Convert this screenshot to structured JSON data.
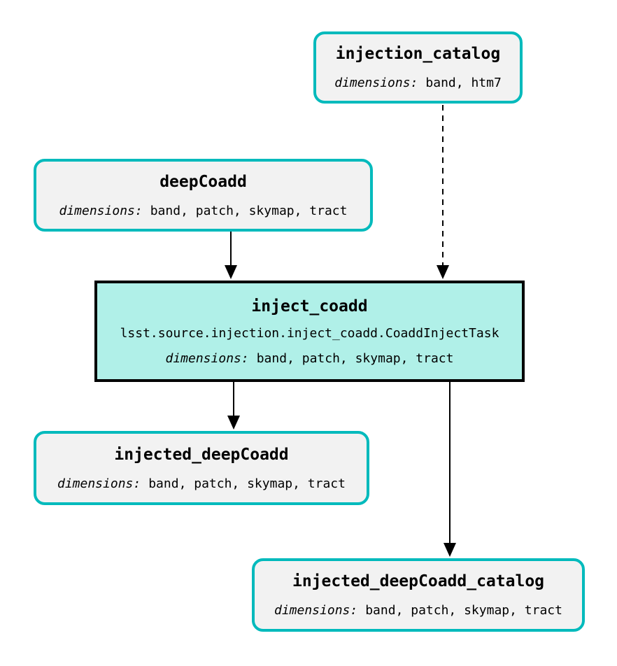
{
  "diagram": {
    "type": "pipeline-graph",
    "colors": {
      "dataset_border": "#00BABC",
      "dataset_fill": "#F2F2F2",
      "task_fill": "#B0F0E8",
      "task_border": "#000000",
      "edge": "#000000",
      "background": "#FFFFFF"
    }
  },
  "nodes": {
    "injection_catalog": {
      "title": "injection_catalog",
      "dims_label": "dimensions:",
      "dims": "band, htm7",
      "kind": "dataset"
    },
    "deepCoadd": {
      "title": "deepCoadd",
      "dims_label": "dimensions:",
      "dims": "band, patch, skymap, tract",
      "kind": "dataset"
    },
    "inject_coadd": {
      "title": "inject_coadd",
      "task_class": "lsst.source.injection.inject_coadd.CoaddInjectTask",
      "dims_label": "dimensions:",
      "dims": "band, patch, skymap, tract",
      "kind": "task"
    },
    "injected_deepCoadd": {
      "title": "injected_deepCoadd",
      "dims_label": "dimensions:",
      "dims": "band, patch, skymap, tract",
      "kind": "dataset"
    },
    "injected_deepCoadd_catalog": {
      "title": "injected_deepCoadd_catalog",
      "dims_label": "dimensions:",
      "dims": "band, patch, skymap, tract",
      "kind": "dataset"
    }
  },
  "edges": [
    {
      "from": "injection_catalog",
      "to": "inject_coadd",
      "style": "dashed"
    },
    {
      "from": "deepCoadd",
      "to": "inject_coadd",
      "style": "solid"
    },
    {
      "from": "inject_coadd",
      "to": "injected_deepCoadd",
      "style": "solid"
    },
    {
      "from": "inject_coadd",
      "to": "injected_deepCoadd_catalog",
      "style": "solid"
    }
  ]
}
